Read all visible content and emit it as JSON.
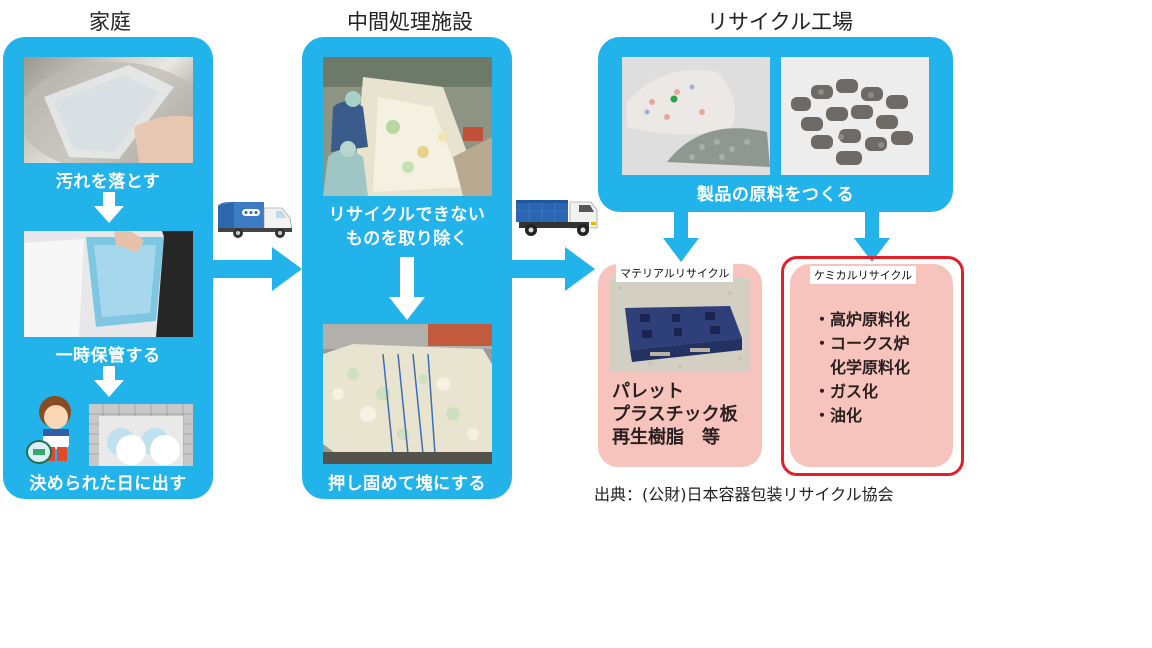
{
  "sections": {
    "home": {
      "title": "家庭",
      "steps": [
        {
          "caption": "汚れを落とす",
          "image": "washing-plastic-container-photo"
        },
        {
          "caption": "一時保管する",
          "image": "storage-bins-photo"
        },
        {
          "caption": "決められた日に出す",
          "image": "garbage-collection-point-illustration"
        }
      ]
    },
    "intermediate": {
      "title": "中間処理施設",
      "steps": [
        {
          "caption_line1": "リサイクルできない",
          "caption_line2": "ものを取り除く",
          "image": "sorting-line-photo"
        },
        {
          "caption": "押し固めて塊にする",
          "image": "compressed-bale-photo"
        }
      ]
    },
    "factory": {
      "title": "リサイクル工場",
      "caption": "製品の原料をつくる",
      "images": [
        "plastic-flakes-pellets-photo",
        "plastic-pellets-rods-photo"
      ]
    }
  },
  "outputs": {
    "material": {
      "label": "マテリアルリサイクル",
      "lines": [
        "パレット",
        "プラスチック板",
        "再生樹脂　等"
      ]
    },
    "chemical": {
      "label": "ケミカルリサイクル",
      "lines": [
        "・高炉原料化",
        "・コークス炉",
        "　化学原料化",
        "・ガス化",
        "・油化"
      ],
      "highlighted": true
    }
  },
  "transport": {
    "truck1": "garbage-truck-icon",
    "truck2": "dump-truck-icon"
  },
  "source": "出典：(公財)日本容器包装リサイクル協会",
  "colors": {
    "panel_blue": "#21b3ea",
    "pink": "#f6c4bd",
    "highlight_red": "#e3202a"
  }
}
